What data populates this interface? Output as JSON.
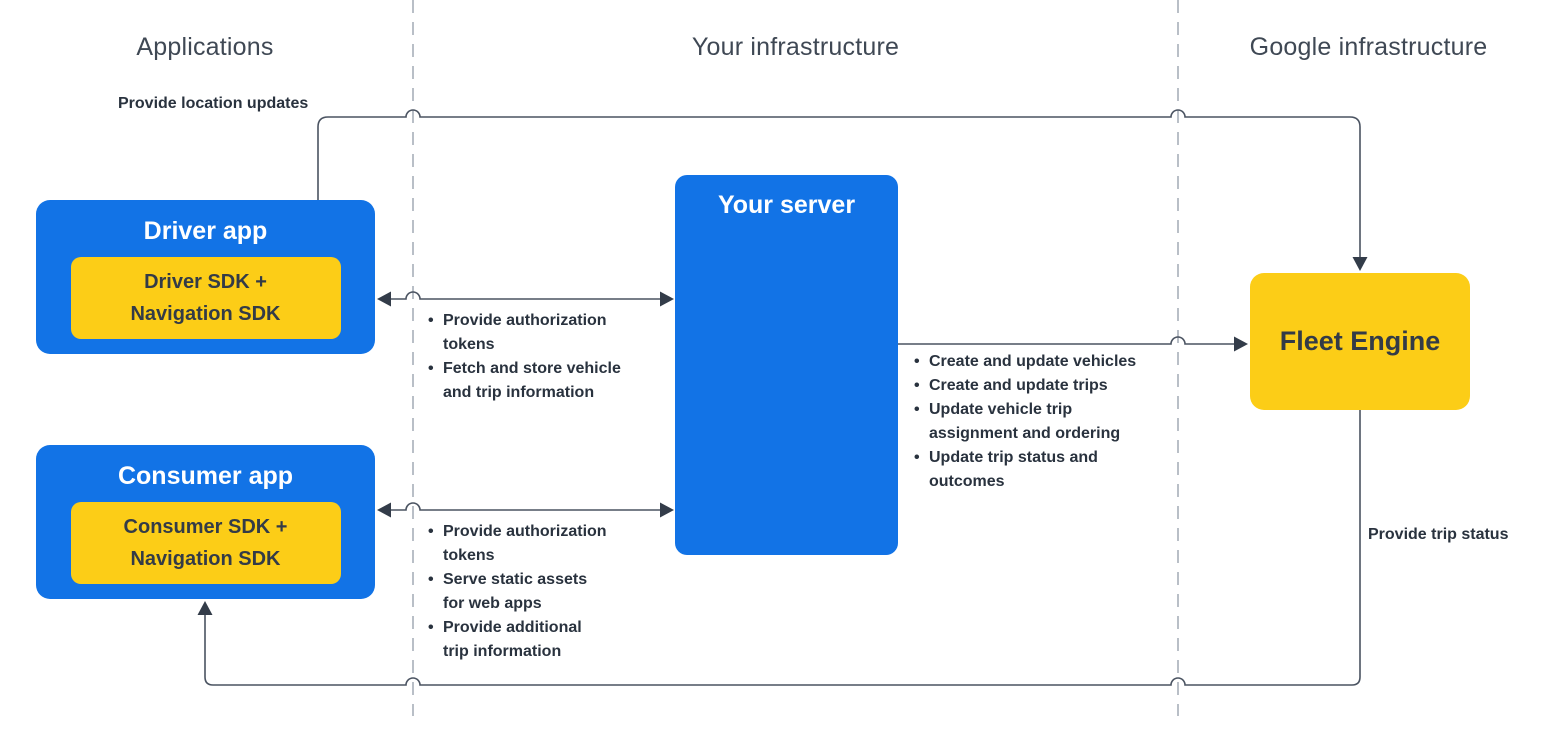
{
  "columns": {
    "applications": "Applications",
    "your_infrastructure": "Your infrastructure",
    "google_infrastructure": "Google infrastructure"
  },
  "nodes": {
    "driver_app": {
      "title": "Driver app",
      "sdk": "Driver SDK +\nNavigation SDK"
    },
    "consumer_app": {
      "title": "Consumer app",
      "sdk": "Consumer SDK +\nNavigation SDK"
    },
    "your_server": {
      "title": "Your server"
    },
    "fleet_engine": {
      "title": "Fleet Engine"
    }
  },
  "edge_labels": {
    "provide_location_updates": "Provide location updates",
    "provide_trip_status": "Provide trip status"
  },
  "bullet_lists": {
    "driver_to_server": [
      "Provide authorization\ntokens",
      "Fetch and store vehicle\nand trip information"
    ],
    "consumer_to_server": [
      "Provide authorization\ntokens",
      "Serve static assets\nfor web apps",
      "Provide additional\ntrip information"
    ],
    "server_to_fleet": [
      "Create and update vehicles",
      "Create and update trips",
      "Update vehicle trip\nassignment and ordering",
      "Update trip status and\noutcomes"
    ]
  },
  "colors": {
    "bg": "#ffffff",
    "blue": "#1273e6",
    "yellow": "#fccd17",
    "line": "#4a5361",
    "arrow": "#333c49",
    "divider": "#b9bfc7",
    "heading": "#3f4854",
    "label": "#29323e",
    "boxtext": "#333b47"
  }
}
